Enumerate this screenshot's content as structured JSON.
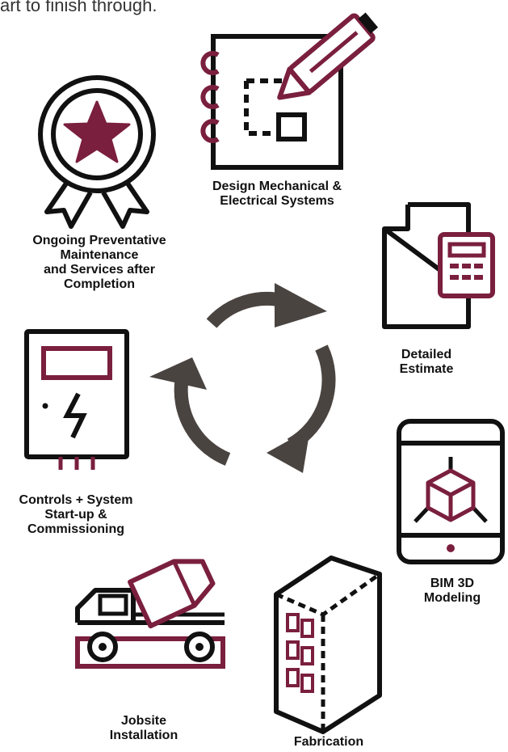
{
  "intro_text": "art to finish through.",
  "colors": {
    "accent": "#7a1f3d",
    "ink": "#111111",
    "cycle": "#4a4441"
  },
  "steps": [
    {
      "id": "design",
      "icon": "notebook-pencil-icon",
      "lines": [
        "Design Mechanical &",
        "Electrical Systems"
      ]
    },
    {
      "id": "estimate",
      "icon": "document-calculator-icon",
      "lines": [
        "Detailed",
        "Estimate"
      ]
    },
    {
      "id": "bim",
      "icon": "tablet-3d-cube-icon",
      "lines": [
        "BIM 3D",
        "Modeling"
      ]
    },
    {
      "id": "fabrication",
      "icon": "building-icon",
      "lines": [
        "Fabrication"
      ]
    },
    {
      "id": "installation",
      "icon": "cement-truck-icon",
      "lines": [
        "Jobsite",
        "Installation"
      ]
    },
    {
      "id": "controls",
      "icon": "electrical-panel-icon",
      "lines": [
        "Controls + System",
        "Start-up &",
        "Commissioning"
      ]
    },
    {
      "id": "maintenance",
      "icon": "award-ribbon-star-icon",
      "lines": [
        "Ongoing Preventative",
        "Maintenance",
        "and Services after",
        "Completion"
      ]
    }
  ]
}
